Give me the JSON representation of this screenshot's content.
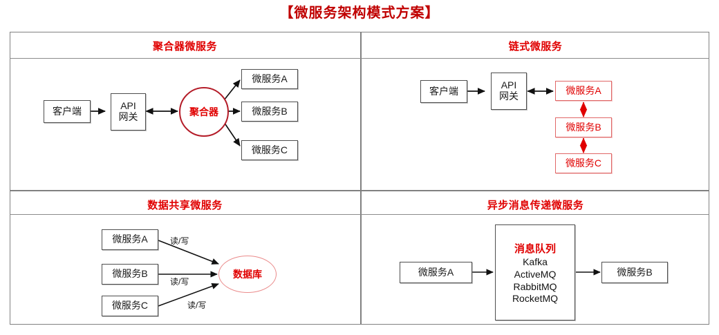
{
  "title": "【微服务架构模式方案】",
  "accent_color": "#e00000",
  "sections": [
    {
      "id": "aggregator",
      "title": "聚合器微服务",
      "nodes": {
        "client": "客户端",
        "gateway": "API\n网关",
        "aggregator": "聚合器",
        "service_a": "微服务A",
        "service_b": "微服务B",
        "service_c": "微服务C"
      }
    },
    {
      "id": "chained",
      "title": "链式微服务",
      "nodes": {
        "client": "客户端",
        "gateway": "API\n网关",
        "service_a": "微服务A",
        "service_b": "微服务B",
        "service_c": "微服务C"
      }
    },
    {
      "id": "shared-data",
      "title": "数据共享微服务",
      "nodes": {
        "service_a": "微服务A",
        "service_b": "微服务B",
        "service_c": "微服务C",
        "database": "数据库"
      },
      "edge_labels": [
        "读/写",
        "读/写",
        "读/写"
      ]
    },
    {
      "id": "async-messaging",
      "title": "异步消息传递微服务",
      "nodes": {
        "service_a": "微服务A",
        "service_b": "微服务B",
        "queue_title": "消息队列",
        "queue_items": [
          "Kafka",
          "ActiveMQ",
          "RabbitMQ",
          "RocketMQ"
        ]
      }
    }
  ]
}
